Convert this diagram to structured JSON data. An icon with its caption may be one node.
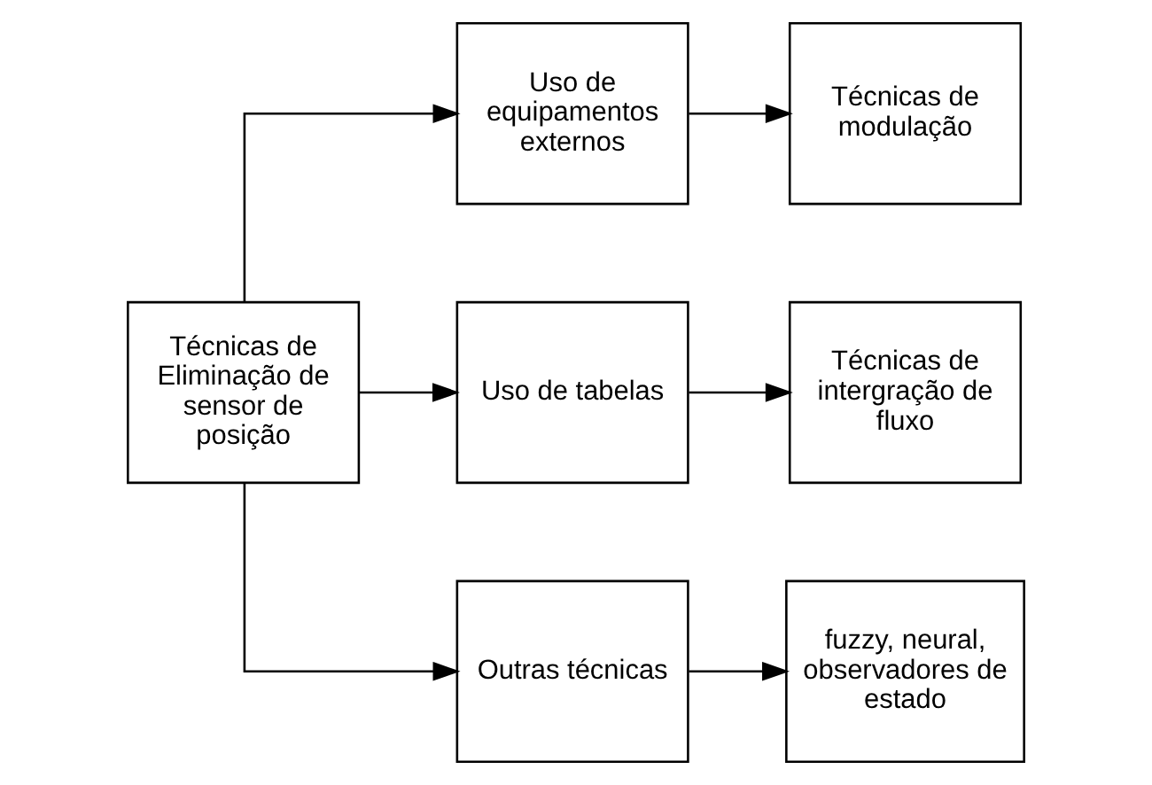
{
  "diagram": {
    "nodes": [
      {
        "text": [
          "Técnicas de Eliminação de sensor de posição"
        ]
      },
      {
        "text": [
          "Uso de equipamentos externos"
        ]
      },
      {
        "text": [
          "Técnicas de modulação"
        ]
      },
      {
        "text": [
          "Uso de tabelas"
        ]
      },
      {
        "text": [
          "Técnicas de intergração de fluxo"
        ]
      },
      {
        "text": [
          "Outras técnicas"
        ]
      },
      {
        "text": [
          "fuzzy, neural, observadores de estado"
        ]
      }
    ],
    "edges": [
      {
        "from": 0,
        "to": 1,
        "arrow": "to"
      },
      {
        "from": 0,
        "to": 3,
        "arrow": "to"
      },
      {
        "from": 0,
        "to": 5,
        "arrow": "to"
      },
      {
        "from": 1,
        "to": 2,
        "arrow": "to"
      },
      {
        "from": 3,
        "to": 4,
        "arrow": "to"
      },
      {
        "from": 5,
        "to": 6,
        "arrow": "to"
      }
    ]
  }
}
